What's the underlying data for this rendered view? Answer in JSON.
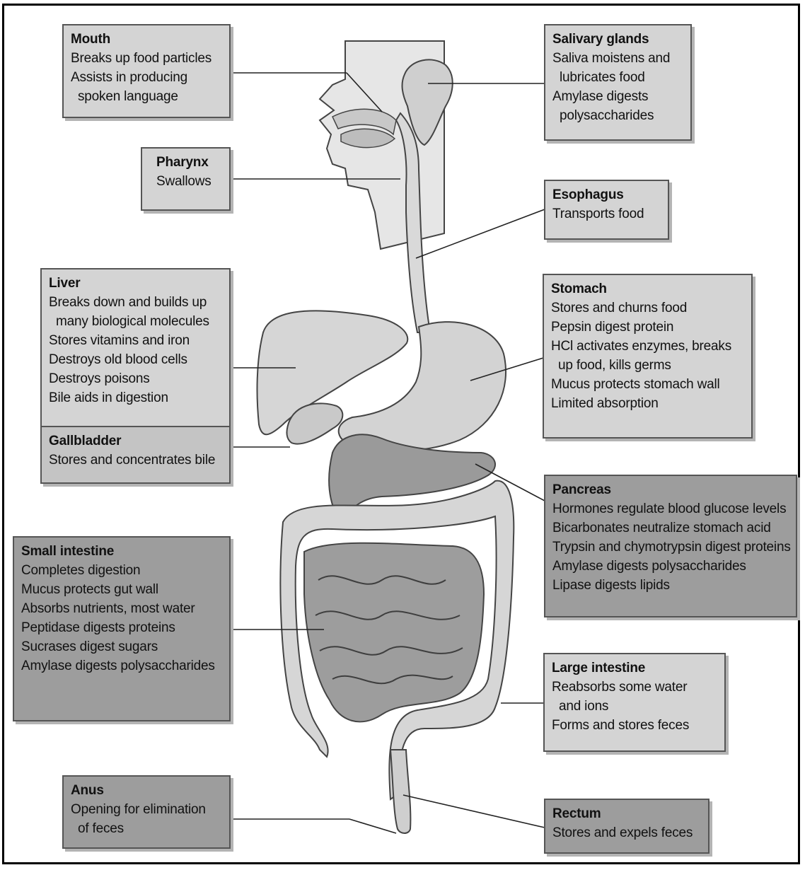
{
  "colors": {
    "box_light": "#d4d4d4",
    "box_mid": "#c4c4c4",
    "box_dark": "#9d9d9d",
    "organ_light": "#d6d6d6",
    "organ_dark": "#9a9a9a"
  },
  "labels": {
    "mouth": {
      "title": "Mouth",
      "lines": [
        "Breaks up food particles",
        "Assists in producing",
        "spoken language"
      ]
    },
    "salivary": {
      "title": "Salivary glands",
      "lines": [
        "Saliva moistens and",
        "lubricates food",
        "Amylase digests",
        "polysaccharides"
      ]
    },
    "pharynx": {
      "title": "Pharynx",
      "lines": [
        "Swallows"
      ]
    },
    "esophagus": {
      "title": "Esophagus",
      "lines": [
        "Transports food"
      ]
    },
    "liver": {
      "title": "Liver",
      "lines": [
        "Breaks down and builds up",
        "many biological molecules",
        "Stores vitamins and iron",
        "Destroys old blood cells",
        "Destroys poisons",
        "Bile aids in digestion"
      ]
    },
    "gallbladder": {
      "title": "Gallbladder",
      "lines": [
        "Stores and concentrates bile"
      ]
    },
    "stomach": {
      "title": "Stomach",
      "lines": [
        "Stores and churns food",
        "Pepsin digest protein",
        "HCl activates enzymes, breaks",
        "up food, kills germs",
        "Mucus protects stomach wall",
        "Limited absorption"
      ]
    },
    "pancreas": {
      "title": "Pancreas",
      "lines": [
        "Hormones regulate blood glucose levels",
        "Bicarbonates neutralize stomach acid",
        "Trypsin and chymotrypsin digest proteins",
        "Amylase digests polysaccharides",
        "Lipase digests lipids"
      ]
    },
    "small_intestine": {
      "title": "Small intestine",
      "lines": [
        "Completes digestion",
        "Mucus protects gut wall",
        "Absorbs nutrients, most water",
        "Peptidase digests proteins",
        "Sucrases digest sugars",
        "Amylase digests polysaccharides"
      ]
    },
    "large_intestine": {
      "title": "Large intestine",
      "lines": [
        "Reabsorbs some water",
        "and ions",
        "Forms and stores feces"
      ]
    },
    "anus": {
      "title": "Anus",
      "lines": [
        "Opening for elimination",
        "of feces"
      ]
    },
    "rectum": {
      "title": "Rectum",
      "lines": [
        "Stores and expels feces"
      ]
    }
  }
}
